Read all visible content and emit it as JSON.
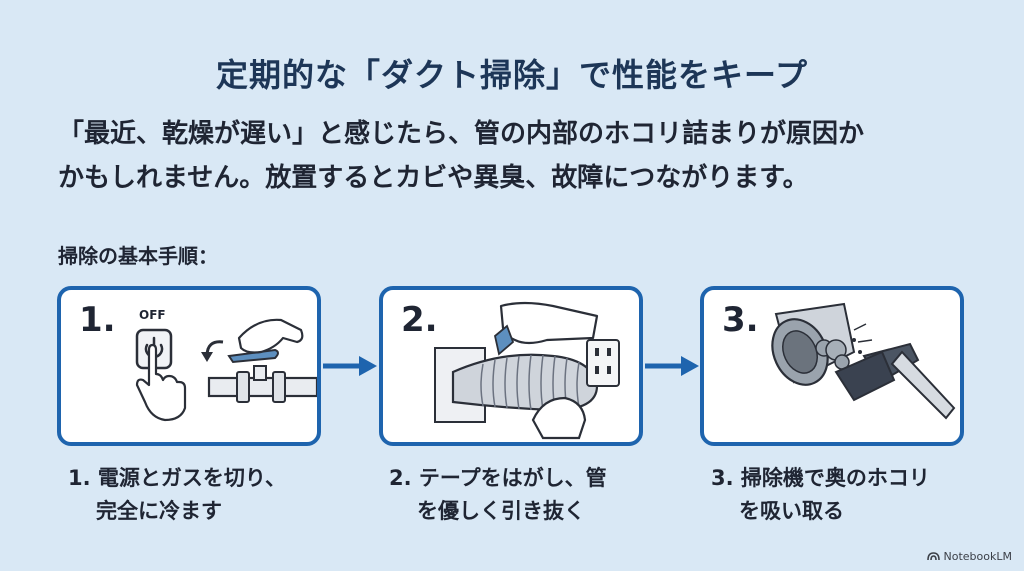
{
  "title": "定期的な「ダクト掃除」で性能をキープ",
  "intro": {
    "line1": "「最近、乾燥が遅い」と感じたら、管の内部のホコリ詰まりが原因か",
    "line2": "かもしれません。放置するとカビや異臭、故障につながります。"
  },
  "steps_heading": "掃除の基本手順：",
  "steps": [
    {
      "number": "1.",
      "icon_label": "OFF",
      "icons": [
        "power-button-icon",
        "hand-pressing-icon",
        "gas-valve-icon",
        "turn-arrow-icon"
      ],
      "caption_line1": "1. 電源とガスを切り、",
      "caption_line2": "完全に冷ます"
    },
    {
      "number": "2.",
      "icons": [
        "duct-hose-icon",
        "tape-peeling-hand-icon",
        "wall-outlet-icon"
      ],
      "caption_line1": "2. テープをはがし、管",
      "caption_line2": "を優しく引き抜く"
    },
    {
      "number": "3.",
      "icons": [
        "duct-interior-icon",
        "dust-cloud-icon",
        "vacuum-nozzle-icon"
      ],
      "caption_line1": "3. 掃除機で奥のホコリ",
      "caption_line2": "を吸い取る"
    }
  ],
  "watermark": "NotebookLM",
  "colors": {
    "background": "#d9e8f5",
    "accent": "#1e64ae",
    "title": "#1d3657",
    "text": "#1f2533",
    "card": "#ffffff"
  }
}
